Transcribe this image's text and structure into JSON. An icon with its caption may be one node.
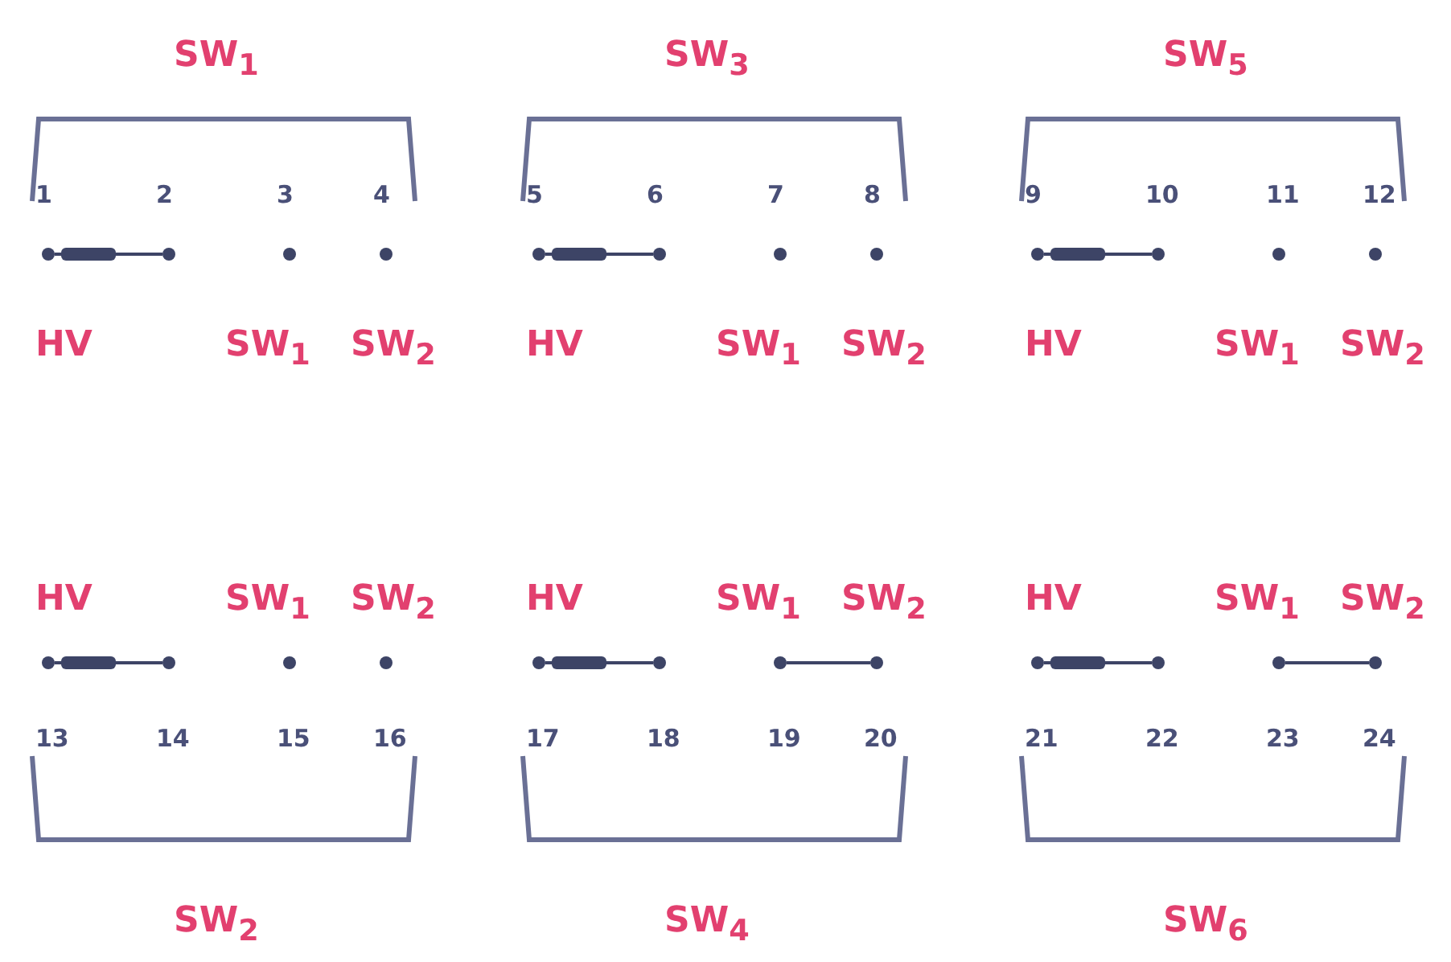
{
  "diagram": {
    "nodes": [
      {
        "text": [],
        "shape": "circle"
      },
      {
        "text": [],
        "shape": "circle"
      },
      {
        "text": [],
        "shape": "circle"
      },
      {
        "text": [],
        "shape": "circle"
      },
      {
        "text": [],
        "shape": "circle"
      },
      {
        "text": [],
        "shape": "circle"
      },
      {
        "text": [],
        "shape": "circle"
      },
      {
        "text": [],
        "shape": "circle"
      },
      {
        "text": [],
        "shape": "circle"
      },
      {
        "text": [],
        "shape": "circle"
      },
      {
        "text": [],
        "shape": "circle"
      },
      {
        "text": [],
        "shape": "circle"
      },
      {
        "text": [],
        "shape": "circle"
      },
      {
        "text": [],
        "shape": "circle"
      },
      {
        "text": [],
        "shape": "circle"
      },
      {
        "text": [],
        "shape": "circle"
      },
      {
        "text": [],
        "shape": "circle"
      },
      {
        "text": [],
        "shape": "circle"
      },
      {
        "text": [],
        "shape": "circle"
      },
      {
        "text": [],
        "shape": "circle"
      },
      {
        "text": [],
        "shape": "circle"
      },
      {
        "text": [],
        "shape": "circle"
      },
      {
        "text": [],
        "shape": "circle"
      },
      {
        "text": [],
        "shape": "circle"
      }
    ],
    "edges": [
      {
        "from": 0,
        "to": 1,
        "arrow": "none"
      },
      {
        "from": 4,
        "to": 5,
        "arrow": "none"
      },
      {
        "from": 8,
        "to": 9,
        "arrow": "none"
      },
      {
        "from": 12,
        "to": 13,
        "arrow": "none"
      },
      {
        "from": 16,
        "to": 17,
        "arrow": "none"
      },
      {
        "from": 18,
        "to": 19,
        "arrow": "none"
      },
      {
        "from": 20,
        "to": 21,
        "arrow": "none"
      },
      {
        "from": 22,
        "to": 23,
        "arrow": "none"
      }
    ],
    "labels": [
      "SW$_{1}$",
      "SW$_{3}$",
      "SW$_{5}$",
      "1",
      "2",
      "3",
      "4",
      "5",
      "6",
      "7",
      "8",
      "9",
      "10",
      "11",
      "12",
      "HV",
      "SW$_{1}$",
      "SW$_{2}$",
      "HV",
      "SW$_{1}$",
      "SW$_{2}$",
      "HV",
      "SW$_{1}$",
      "SW$_{2}$",
      "HV",
      "SW$_{1}$",
      "SW$_{2}$",
      "HV",
      "SW$_{1}$",
      "SW$_{2}$",
      "HV",
      "SW$_{1}$",
      "SW$_{2}$",
      "13",
      "14",
      "15",
      "16",
      "17",
      "18",
      "19",
      "20",
      "21",
      "22",
      "23",
      "24",
      "SW$_{2}$",
      "SW$_{4}$",
      "SW$_{6}$"
    ]
  }
}
